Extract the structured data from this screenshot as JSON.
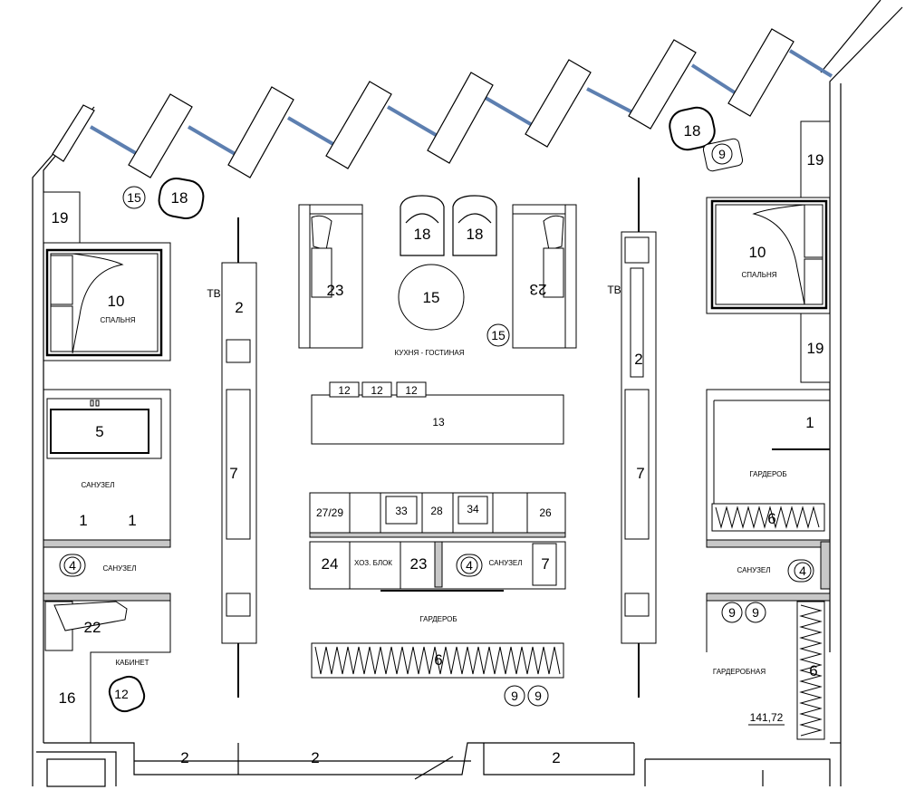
{
  "plan": {
    "area": "141,72",
    "rooms": {
      "living": "КУХНЯ - ГОСТИНАЯ",
      "bedroom": "СПАЛЬНЯ",
      "bath": "САНУЗЕЛ",
      "wardrobe": "ГАРДЕРОБ",
      "dressing": "ГАРДЕРОБНАЯ",
      "office": "КАБИНЕТ",
      "utility": "ХОЗ. БЛОК",
      "tv": "ТВ"
    },
    "nums": {
      "n1": "1",
      "n2": "2",
      "n4": "4",
      "n5": "5",
      "n6": "6",
      "n7": "7",
      "n9": "9",
      "n10": "10",
      "n12": "12",
      "n13": "13",
      "n15": "15",
      "n16": "16",
      "n18": "18",
      "n19": "19",
      "n22": "22",
      "n23": "23",
      "n24": "24",
      "n26": "26",
      "n27": "27/29",
      "n28": "28",
      "n33": "33",
      "n34": "34"
    }
  },
  "colors": {
    "glass": "#5d7fb0",
    "wall": "#000000",
    "partition": "#c8c8c8"
  }
}
